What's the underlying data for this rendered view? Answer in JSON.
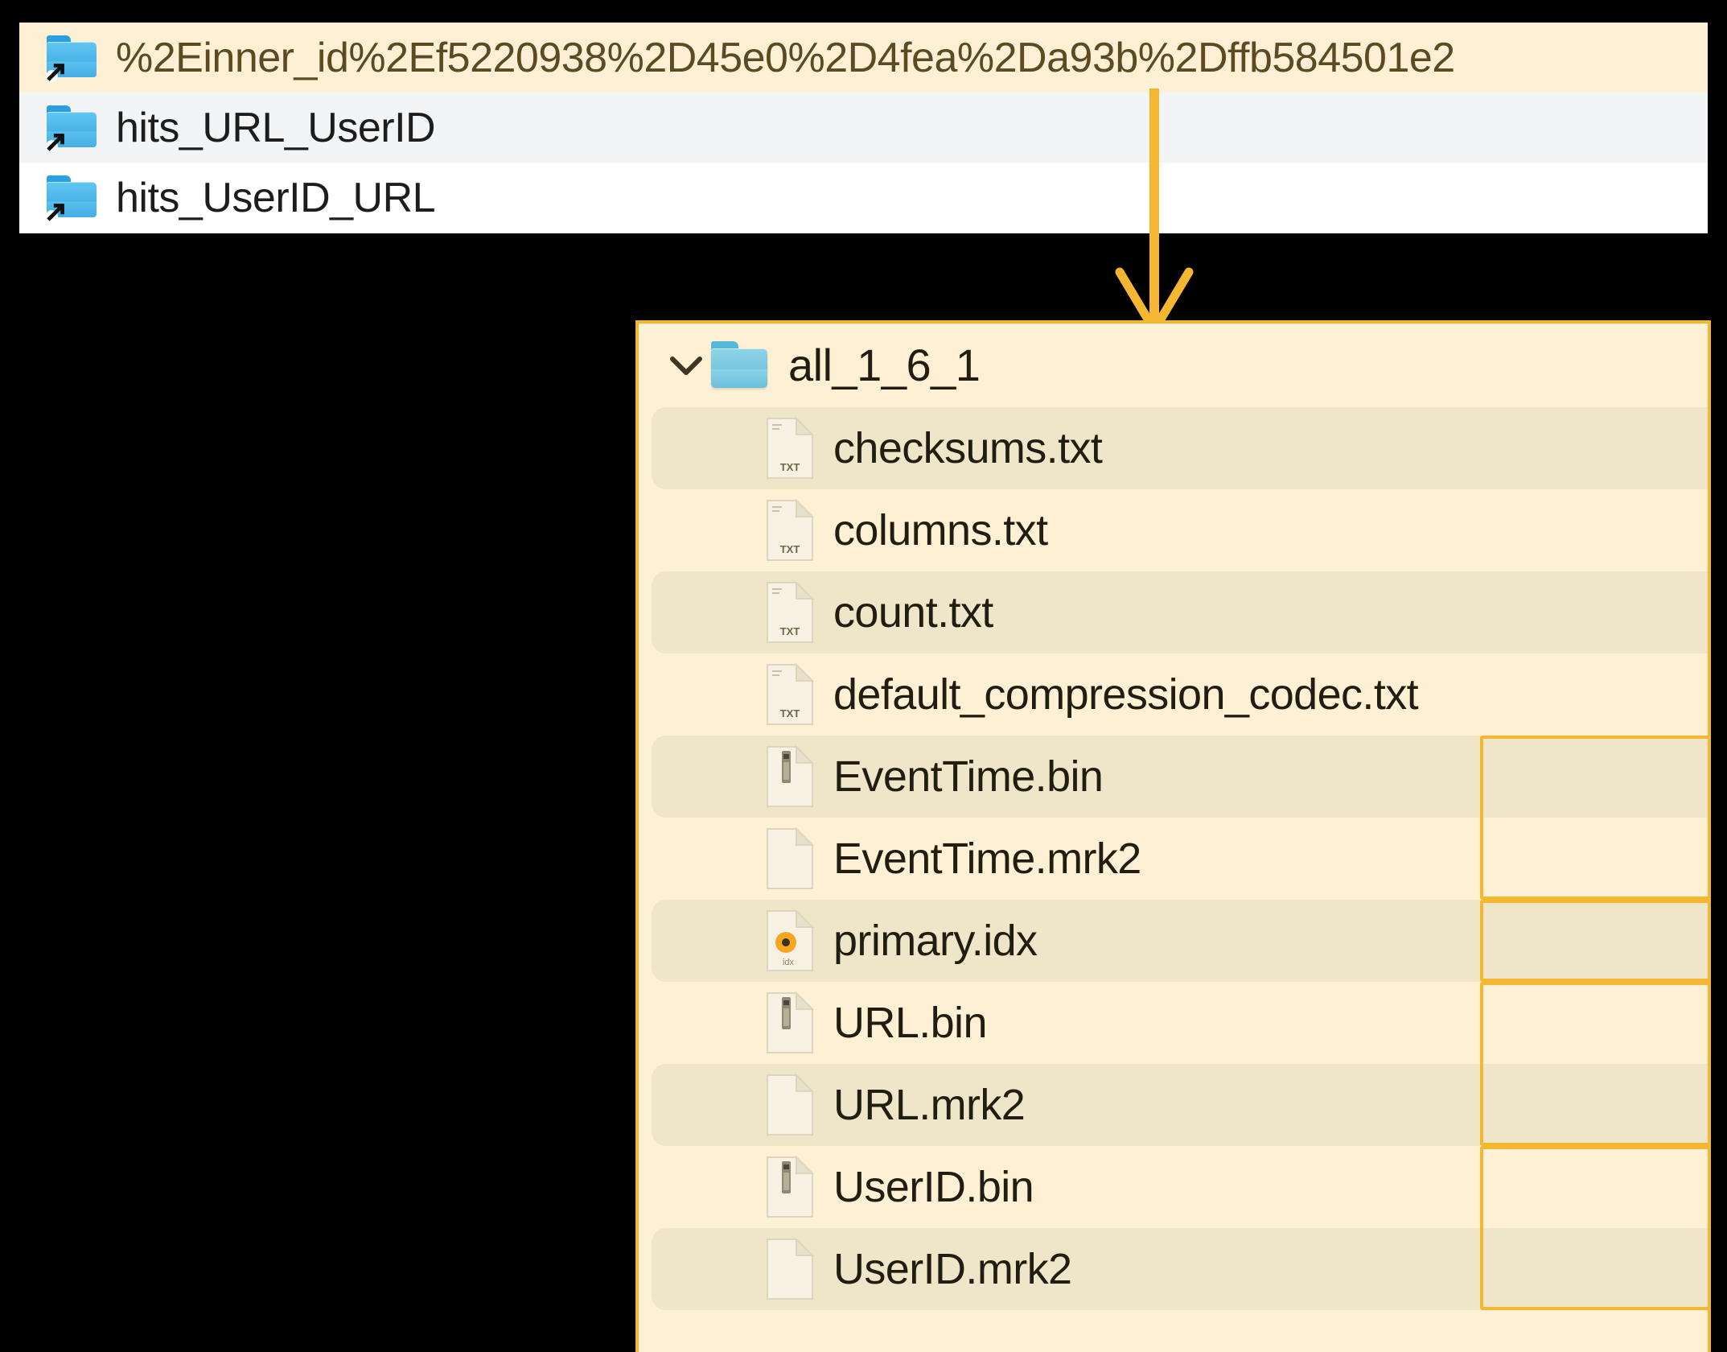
{
  "top_list": {
    "name": "table-symlink-list",
    "rows": [
      {
        "label": "%2Einner_id%2Ef5220938%2D45e0%2D4fea%2Da93b%2Dffb584501e2",
        "icon": "folder-symlink-icon",
        "state": "highlighted"
      },
      {
        "label": "hits_URL_UserID",
        "icon": "folder-symlink-icon",
        "state": "alternate"
      },
      {
        "label": "hits_UserID_URL",
        "icon": "folder-symlink-icon",
        "state": "normal"
      }
    ]
  },
  "annotation": {
    "arrow": "down-arrow-annotation",
    "color": "#f5b731"
  },
  "detail_panel": {
    "border_color": "#f5b731",
    "background_color": "#fdf0d5",
    "folder": {
      "label": "all_1_6_1",
      "expand_icon": "chevron-down-icon",
      "folder_icon": "folder-icon",
      "expanded": true
    },
    "files": [
      {
        "name": "checksums.txt",
        "icon": "txt-file-icon",
        "shaded": true,
        "boxed": false
      },
      {
        "name": "columns.txt",
        "icon": "txt-file-icon",
        "shaded": false,
        "boxed": false
      },
      {
        "name": "count.txt",
        "icon": "txt-file-icon",
        "shaded": true,
        "boxed": false
      },
      {
        "name": "default_compression_codec.txt",
        "icon": "txt-file-icon",
        "shaded": false,
        "boxed": false
      },
      {
        "name": "EventTime.bin",
        "icon": "bin-file-icon",
        "shaded": true,
        "boxed": true
      },
      {
        "name": "EventTime.mrk2",
        "icon": "blank-file-icon",
        "shaded": false,
        "boxed": true
      },
      {
        "name": "primary.idx",
        "icon": "idx-file-icon",
        "shaded": true,
        "boxed": true
      },
      {
        "name": "URL.bin",
        "icon": "bin-file-icon",
        "shaded": false,
        "boxed": true
      },
      {
        "name": "URL.mrk2",
        "icon": "blank-file-icon",
        "shaded": true,
        "boxed": true
      },
      {
        "name": "UserID.bin",
        "icon": "bin-file-icon",
        "shaded": false,
        "boxed": true
      },
      {
        "name": "UserID.mrk2",
        "icon": "blank-file-icon",
        "shaded": true,
        "boxed": true
      }
    ],
    "highlight_groups": [
      {
        "name": "eventtime-column-group",
        "first": 4,
        "last": 5
      },
      {
        "name": "primary-index-group",
        "first": 6,
        "last": 6
      },
      {
        "name": "url-column-group",
        "first": 7,
        "last": 8
      },
      {
        "name": "userid-column-group",
        "first": 9,
        "last": 10
      }
    ],
    "icon_labels": {
      "txt": "TXT",
      "idx": "idx"
    }
  }
}
